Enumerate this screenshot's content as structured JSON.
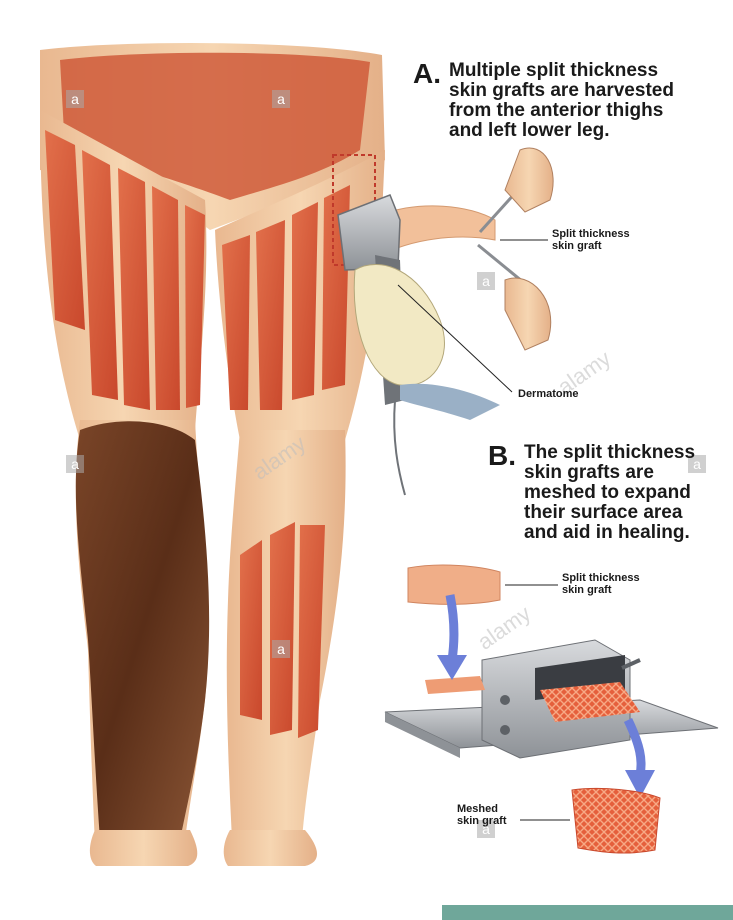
{
  "section_a": {
    "letter": "A.",
    "lines": [
      "Multiple split thickness",
      "skin grafts are harvested",
      "from the anterior thighs",
      "and left lower leg."
    ]
  },
  "section_b": {
    "letter": "B.",
    "lines": [
      "The split thickness",
      "skin grafts are",
      "meshed to expand",
      "their surface area",
      "and aid in healing."
    ]
  },
  "labels": {
    "graft_a": [
      "Split thickness",
      "skin graft"
    ],
    "dermatome": "Dermatome",
    "graft_b": [
      "Split thickness",
      "skin graft"
    ],
    "meshed": [
      "Meshed",
      "skin graft"
    ]
  },
  "watermark": {
    "text": "alamy",
    "badge": "a"
  },
  "colors": {
    "skin": "#f1c9a0",
    "burn": "#d9603f",
    "graft_site": "#e2583a",
    "eschar": "#6b3a22",
    "metal": "#b9bcc0",
    "glove": "#f2e9c4",
    "arrow": "#6c7fd8"
  }
}
